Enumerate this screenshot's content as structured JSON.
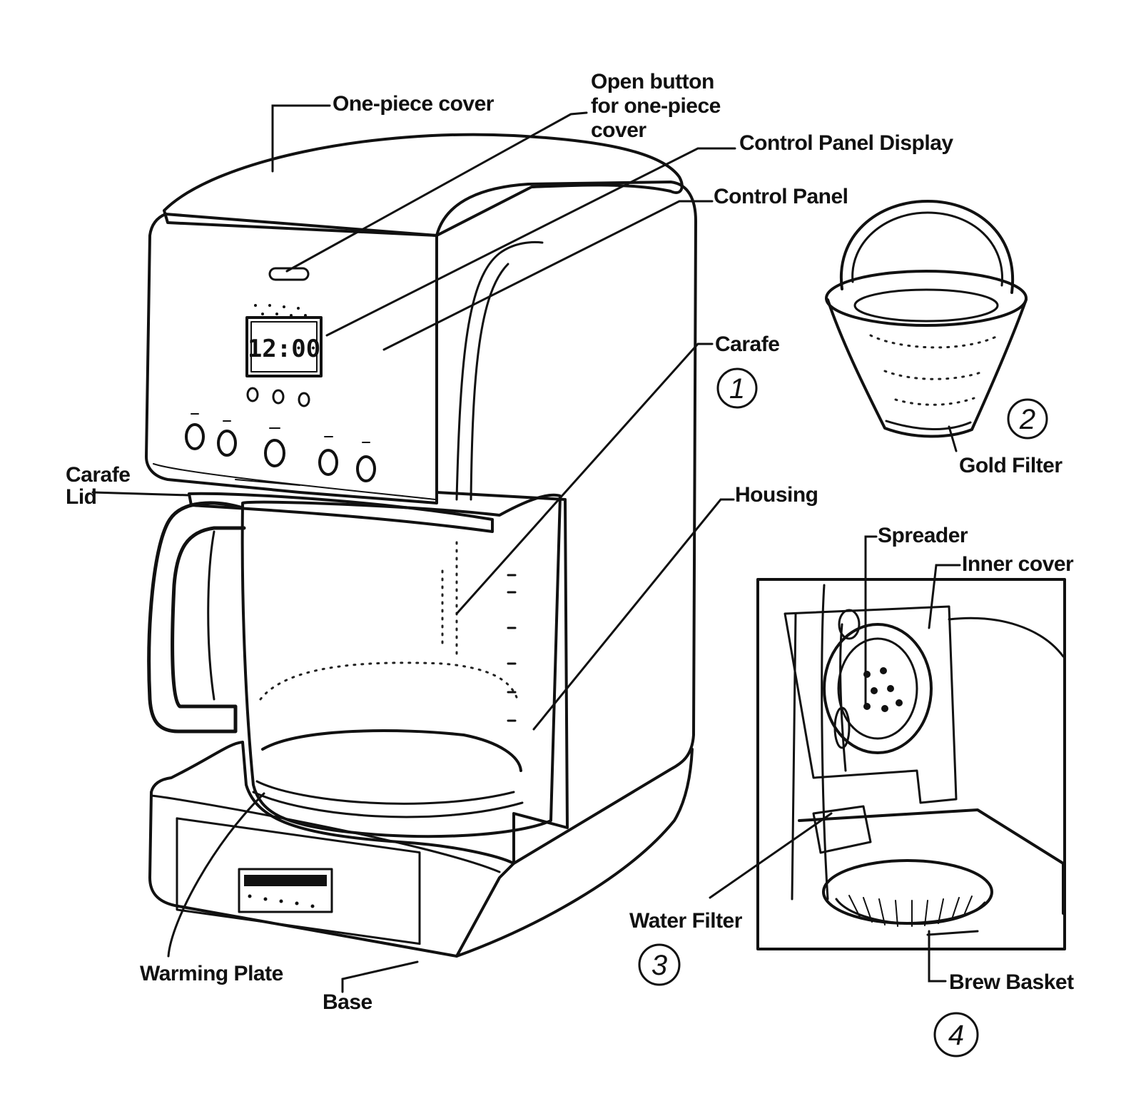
{
  "labels": {
    "one_piece_cover": "One-piece cover",
    "open_button_line1": "Open button",
    "open_button_line2": "for one-piece",
    "open_button_line3": "cover",
    "control_panel_display": "Control Panel Display",
    "control_panel": "Control Panel",
    "carafe": "Carafe",
    "housing": "Housing",
    "carafe_lid_line1": "Carafe",
    "carafe_lid_line2": "Lid",
    "warming_plate": "Warming Plate",
    "base": "Base",
    "gold_filter": "Gold Filter",
    "spreader": "Spreader",
    "inner_cover": "Inner cover",
    "water_filter": "Water Filter",
    "brew_basket": "Brew Basket"
  },
  "display": {
    "time": "12:00"
  },
  "figure_numbers": {
    "fig1": "1",
    "fig2": "2",
    "fig3": "3",
    "fig4": "4"
  }
}
